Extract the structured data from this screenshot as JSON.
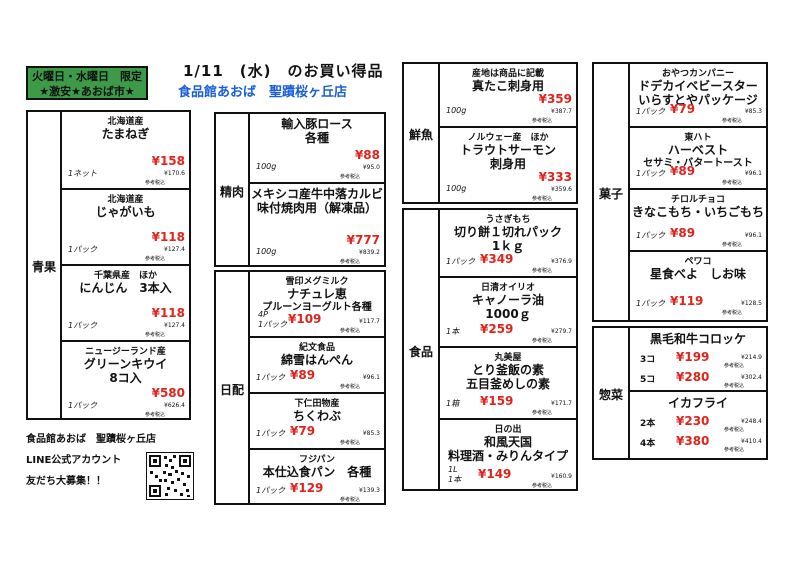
{
  "header": {
    "badge_line1": "火曜日・水曜日　限定",
    "badge_line2": "★激安★あおば市★",
    "date_title": "1/11　(水)　のお買い得品",
    "store": "食品館あおば　聖蹟桜ヶ丘店"
  },
  "footer": {
    "line1": "食品館あおば　聖蹟桜ヶ丘店",
    "line2": "LINE公式アカウント",
    "line3": "友だち大募集！！"
  },
  "note_label": "参考税込",
  "categories": {
    "vegetables": {
      "label": "青果",
      "items": [
        {
          "brand": "北海道産",
          "name": "たまねぎ",
          "unit": "1ネット",
          "price": "¥158",
          "tax": "¥170.6"
        },
        {
          "brand": "北海道産",
          "name": "じゃがいも",
          "unit": "1パック",
          "price": "¥118",
          "tax": "¥127.4"
        },
        {
          "brand": "千葉県産　ほか",
          "name": "にんじん　3本入",
          "unit": "1パック",
          "price": "¥118",
          "tax": "¥127.4"
        },
        {
          "brand": "ニュージーランド産",
          "name": "グリーンキウイ",
          "name2": "8コ入",
          "unit": "1パック",
          "price": "¥580",
          "tax": "¥626.4"
        }
      ]
    },
    "meat": {
      "label": "精肉",
      "items": [
        {
          "name": "輸入豚ロース",
          "name2": "各種",
          "unit": "100g",
          "price": "¥88",
          "tax": "¥95.0"
        },
        {
          "name": "メキシコ産牛中落カルビ",
          "name2": "味付焼肉用（解凍品）",
          "unit": "100g",
          "price": "¥777",
          "tax": "¥839.2"
        }
      ]
    },
    "dairy": {
      "label": "日配",
      "items": [
        {
          "brand": "雪印メグミルク",
          "name": "ナチュレ恵",
          "name2": "プルーンヨーグルト各種",
          "unit": "4P",
          "unit2": "1パック",
          "price": "¥109",
          "tax": "¥117.7"
        },
        {
          "brand": "紀文食品",
          "name": "綿雪はんぺん",
          "unit": "1パック",
          "price": "¥89",
          "tax": "¥96.1"
        },
        {
          "brand": "下仁田物産",
          "name": "ちくわぶ",
          "unit": "1パック",
          "price": "¥79",
          "tax": "¥85.3"
        },
        {
          "brand": "フジパン",
          "name": "本仕込食パン　各種",
          "unit": "1パック",
          "price": "¥129",
          "tax": "¥139.3"
        }
      ]
    },
    "fish": {
      "label": "鮮魚",
      "items": [
        {
          "brand": "産地は商品に記載",
          "name": "真たこ刺身用",
          "unit": "100g",
          "price": "¥359",
          "tax": "¥387.7"
        },
        {
          "brand": "ノルウェー産　ほか",
          "name": "トラウトサーモン",
          "name2": "刺身用",
          "unit": "100g",
          "price": "¥333",
          "tax": "¥359.6"
        }
      ]
    },
    "grocery": {
      "label": "食品",
      "items": [
        {
          "brand": "うさぎもち",
          "name": "切り餅１切れパック",
          "name2": "1ｋｇ",
          "unit": "1パック",
          "price": "¥349",
          "tax": "¥376.9"
        },
        {
          "brand": "日清オイリオ",
          "name": "キャノーラ油",
          "name2": "1000ｇ",
          "unit": "1本",
          "price": "¥259",
          "tax": "¥279.7"
        },
        {
          "brand": "丸美屋",
          "name": "とり釜飯の素",
          "name2": "五目釜めしの素",
          "unit": "1箱",
          "price": "¥159",
          "tax": "¥171.7"
        },
        {
          "brand": "日の出",
          "name": "和風天国",
          "name2": "料理酒・みりんタイプ",
          "unit": "1L",
          "unit2": "1本",
          "price": "¥149",
          "tax": "¥160.9"
        }
      ]
    },
    "snacks": {
      "label": "菓子",
      "items": [
        {
          "brand": "おやつカンパニー",
          "name": "ドデカイベビースター",
          "name2": "いらすとやパッケージ",
          "unit": "1パック",
          "price": "¥79",
          "tax": "¥85.3"
        },
        {
          "brand": "東ハト",
          "name": "ハーベスト",
          "name2": "セサミ・バタートースト",
          "unit": "1パック",
          "price": "¥89",
          "tax": "¥96.1"
        },
        {
          "brand": "チロルチョコ",
          "name": "きなこもち・いちごもち",
          "unit": "1パック",
          "price": "¥89",
          "tax": "¥96.1"
        },
        {
          "brand": "ペワコ",
          "name": "星食べよ　しお味",
          "unit": "1パック",
          "price": "¥119",
          "tax": "¥128.5"
        }
      ]
    },
    "deli": {
      "label": "惣菜",
      "items": [
        {
          "name": "黒毛和牛コロッケ",
          "rows": [
            {
              "unit": "3コ",
              "price": "¥199",
              "tax": "¥214.9"
            },
            {
              "unit": "5コ",
              "price": "¥280",
              "tax": "¥302.4"
            }
          ]
        },
        {
          "name": "イカフライ",
          "rows": [
            {
              "unit": "2本",
              "price": "¥230",
              "tax": "¥248.4"
            },
            {
              "unit": "4本",
              "price": "¥380",
              "tax": "¥410.4"
            }
          ]
        }
      ]
    }
  }
}
